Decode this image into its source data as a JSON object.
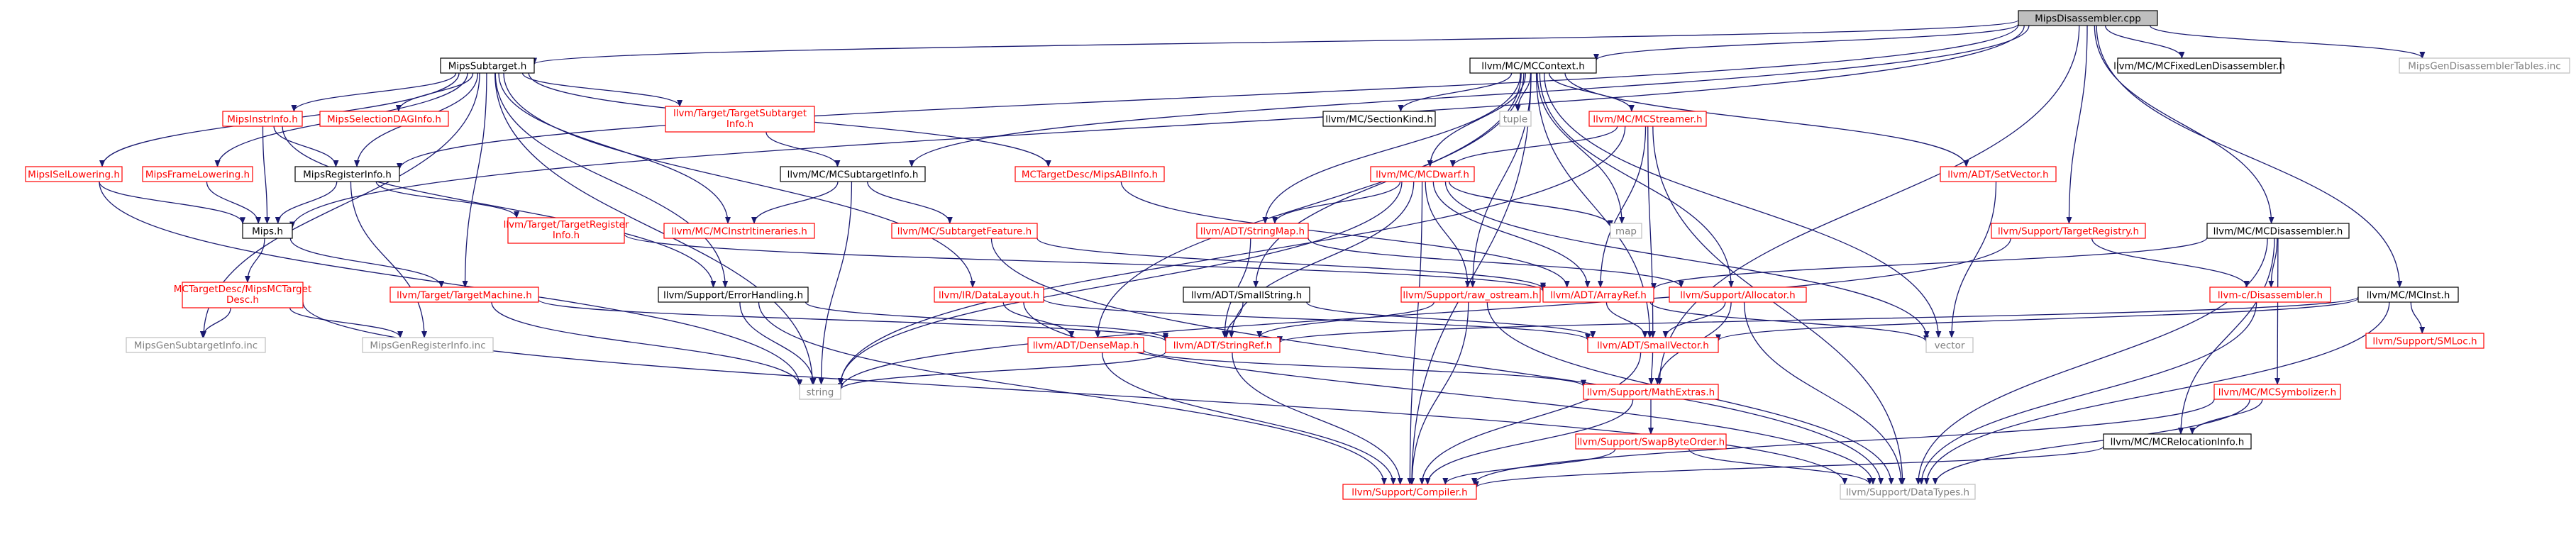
{
  "graph": {
    "colors": {
      "node_border_black": "#000000",
      "node_border_red": "#ff0000",
      "node_border_gray": "#bfbfbf",
      "root_fill": "#bfbfbf",
      "node_fill": "#ffffff",
      "text_default": "#000000",
      "text_missing": "#ff0000",
      "text_external": "#808080",
      "edge_color": "#191970"
    },
    "nodes": [
      {
        "id": "root",
        "label": "MipsDisassembler.cpp",
        "style": "root"
      },
      {
        "id": "subtarget",
        "label": "MipsSubtarget.h",
        "style": "black"
      },
      {
        "id": "mccontext",
        "label": "llvm/MC/MCContext.h",
        "style": "black"
      },
      {
        "id": "mcfixed",
        "label": "llvm/MC/MCFixedLenDisassembler.h",
        "style": "black"
      },
      {
        "id": "gendis",
        "label": "MipsGenDisassemblerTables.inc",
        "style": "gray"
      },
      {
        "id": "instrinfo",
        "label": "MipsInstrInfo.h",
        "style": "red"
      },
      {
        "id": "seldag",
        "label": "MipsSelectionDAGInfo.h",
        "style": "red"
      },
      {
        "id": "tsubinfo",
        "label": "llvm/Target/TargetSubtarget Info.h",
        "style": "red"
      },
      {
        "id": "mcsectionkind",
        "label": "llvm/MC/SectionKind.h",
        "style": "black"
      },
      {
        "id": "tuple",
        "label": "tuple",
        "style": "gray"
      },
      {
        "id": "mcstreamer",
        "label": "llvm/MC/MCStreamer.h",
        "style": "red"
      },
      {
        "id": "setvector",
        "label": "llvm/ADT/SetVector.h",
        "style": "red"
      },
      {
        "id": "seilowering",
        "label": "MipsISelLowering.h",
        "style": "red"
      },
      {
        "id": "framelowering",
        "label": "MipsFrameLowering.h",
        "style": "red"
      },
      {
        "id": "reginfo",
        "label": "MipsRegisterInfo.h",
        "style": "black"
      },
      {
        "id": "mcsubinfo",
        "label": "llvm/MC/MCSubtargetInfo.h",
        "style": "black"
      },
      {
        "id": "mipsabi",
        "label": "MCTargetDesc/MipsABIInfo.h",
        "style": "red"
      },
      {
        "id": "mcdwarf",
        "label": "llvm/MC/MCDwarf.h",
        "style": "red"
      },
      {
        "id": "tregistry",
        "label": "llvm/Support/TargetRegistry.h",
        "style": "red"
      },
      {
        "id": "mcdisasm",
        "label": "llvm/MC/MCDisassembler.h",
        "style": "black"
      },
      {
        "id": "mipsh",
        "label": "Mips.h",
        "style": "black"
      },
      {
        "id": "tregisterinfo",
        "label": "llvm/Target/TargetRegister Info.h",
        "style": "red"
      },
      {
        "id": "mcinstritin",
        "label": "llvm/MC/MCInstrItineraries.h",
        "style": "red"
      },
      {
        "id": "mcsubfeature",
        "label": "llvm/MC/SubtargetFeature.h",
        "style": "red"
      },
      {
        "id": "stringmap",
        "label": "llvm/ADT/StringMap.h",
        "style": "red"
      },
      {
        "id": "map",
        "label": "map",
        "style": "gray"
      },
      {
        "id": "mcinst",
        "label": "llvm/MC/MCInst.h",
        "style": "black"
      },
      {
        "id": "mctargetdesc",
        "label": "MCTargetDesc/MipsMCTarget Desc.h",
        "style": "red"
      },
      {
        "id": "tmachine",
        "label": "llvm/Target/TargetMachine.h",
        "style": "red"
      },
      {
        "id": "errorhandling",
        "label": "llvm/Support/ErrorHandling.h",
        "style": "black"
      },
      {
        "id": "datalayout",
        "label": "llvm/IR/DataLayout.h",
        "style": "red"
      },
      {
        "id": "smallstring",
        "label": "llvm/ADT/SmallString.h",
        "style": "black"
      },
      {
        "id": "rawostream",
        "label": "llvm/Support/raw_ostream.h",
        "style": "red"
      },
      {
        "id": "arrayref",
        "label": "llvm/ADT/ArrayRef.h",
        "style": "red"
      },
      {
        "id": "allocator",
        "label": "llvm/Support/Allocator.h",
        "style": "red"
      },
      {
        "id": "cdisasm",
        "label": "llvm-c/Disassembler.h",
        "style": "red"
      },
      {
        "id": "smloc",
        "label": "llvm/Support/SMLoc.h",
        "style": "red"
      },
      {
        "id": "gensubinfo",
        "label": "MipsGenSubtargetInfo.inc",
        "style": "gray"
      },
      {
        "id": "genreginfo",
        "label": "MipsGenRegisterInfo.inc",
        "style": "gray"
      },
      {
        "id": "densemap",
        "label": "llvm/ADT/DenseMap.h",
        "style": "red"
      },
      {
        "id": "stringref",
        "label": "llvm/ADT/StringRef.h",
        "style": "red"
      },
      {
        "id": "smallvector",
        "label": "llvm/ADT/SmallVector.h",
        "style": "red"
      },
      {
        "id": "vector",
        "label": "vector",
        "style": "gray"
      },
      {
        "id": "string",
        "label": "string",
        "style": "gray"
      },
      {
        "id": "mathextras",
        "label": "llvm/Support/MathExtras.h",
        "style": "red"
      },
      {
        "id": "mcsymbolizer",
        "label": "llvm/MC/MCSymbolizer.h",
        "style": "red"
      },
      {
        "id": "swapbyte",
        "label": "llvm/Support/SwapByteOrder.h",
        "style": "red"
      },
      {
        "id": "mcreloc",
        "label": "llvm/MC/MCRelocationInfo.h",
        "style": "black"
      },
      {
        "id": "compiler",
        "label": "llvm/Support/Compiler.h",
        "style": "red"
      },
      {
        "id": "datatypes",
        "label": "llvm/Support/DataTypes.h",
        "style": "gray"
      }
    ],
    "edges": [
      [
        "root",
        "subtarget"
      ],
      [
        "root",
        "mccontext"
      ],
      [
        "root",
        "mcfixed"
      ],
      [
        "root",
        "gendis"
      ],
      [
        "root",
        "tregistry"
      ],
      [
        "root",
        "mcdisasm"
      ],
      [
        "root",
        "mcinst"
      ],
      [
        "root",
        "mipsh"
      ],
      [
        "root",
        "mcsubinfo"
      ],
      [
        "root",
        "mathextras"
      ],
      [
        "root",
        "reginfo"
      ],
      [
        "subtarget",
        "instrinfo"
      ],
      [
        "subtarget",
        "seldag"
      ],
      [
        "subtarget",
        "tsubinfo"
      ],
      [
        "subtarget",
        "mipsabi"
      ],
      [
        "subtarget",
        "seilowering"
      ],
      [
        "subtarget",
        "framelowering"
      ],
      [
        "subtarget",
        "reginfo"
      ],
      [
        "subtarget",
        "mcinstritin"
      ],
      [
        "subtarget",
        "datalayout"
      ],
      [
        "subtarget",
        "errorhandling"
      ],
      [
        "subtarget",
        "string"
      ],
      [
        "subtarget",
        "gensubinfo"
      ],
      [
        "subtarget",
        "tmachine"
      ],
      [
        "mccontext",
        "mcsectionkind"
      ],
      [
        "mccontext",
        "tuple"
      ],
      [
        "mccontext",
        "mcstreamer"
      ],
      [
        "mccontext",
        "setvector"
      ],
      [
        "mccontext",
        "mcdwarf"
      ],
      [
        "mccontext",
        "map"
      ],
      [
        "mccontext",
        "smallstring"
      ],
      [
        "mccontext",
        "rawostream"
      ],
      [
        "mccontext",
        "densemap"
      ],
      [
        "mccontext",
        "stringmap"
      ],
      [
        "mccontext",
        "vector"
      ],
      [
        "mccontext",
        "allocator"
      ],
      [
        "mccontext",
        "smallvector"
      ],
      [
        "mccontext",
        "compiler"
      ],
      [
        "instrinfo",
        "reginfo"
      ],
      [
        "instrinfo",
        "mipsh"
      ],
      [
        "instrinfo",
        "errorhandling"
      ],
      [
        "tsubinfo",
        "mcsubinfo"
      ],
      [
        "mcstreamer",
        "mcdwarf"
      ],
      [
        "mcstreamer",
        "arrayref"
      ],
      [
        "mcstreamer",
        "smallvector"
      ],
      [
        "mcstreamer",
        "string"
      ],
      [
        "mcstreamer",
        "datatypes"
      ],
      [
        "setvector",
        "vector"
      ],
      [
        "seilowering",
        "mipsh"
      ],
      [
        "seilowering",
        "string"
      ],
      [
        "framelowering",
        "mipsh"
      ],
      [
        "reginfo",
        "mipsh"
      ],
      [
        "reginfo",
        "tregisterinfo"
      ],
      [
        "reginfo",
        "genreginfo"
      ],
      [
        "mcsubinfo",
        "mcinstritin"
      ],
      [
        "mcsubinfo",
        "mcsubfeature"
      ],
      [
        "mcsubinfo",
        "string"
      ],
      [
        "mipsabi",
        "arrayref"
      ],
      [
        "mcdwarf",
        "stringmap"
      ],
      [
        "mcdwarf",
        "map"
      ],
      [
        "mcdwarf",
        "arrayref"
      ],
      [
        "mcdwarf",
        "stringref"
      ],
      [
        "mcdwarf",
        "rawostream"
      ],
      [
        "mcdwarf",
        "vector"
      ],
      [
        "mcdwarf",
        "string"
      ],
      [
        "mcdwarf",
        "compiler"
      ],
      [
        "tregistry",
        "cdisasm"
      ],
      [
        "tregistry",
        "string"
      ],
      [
        "mcdisasm",
        "arrayref"
      ],
      [
        "mcdisasm",
        "cdisasm"
      ],
      [
        "mcdisasm",
        "mcsymbolizer"
      ],
      [
        "mcdisasm",
        "mcreloc"
      ],
      [
        "mcdisasm",
        "datatypes"
      ],
      [
        "mipsh",
        "mctargetdesc"
      ],
      [
        "mipsh",
        "tmachine"
      ],
      [
        "tregisterinfo",
        "arrayref"
      ],
      [
        "mcsubfeature",
        "arrayref"
      ],
      [
        "mcsubfeature",
        "datatypes"
      ],
      [
        "stringmap",
        "stringref"
      ],
      [
        "stringmap",
        "allocator"
      ],
      [
        "mcinst",
        "stringref"
      ],
      [
        "mcinst",
        "smallvector"
      ],
      [
        "mcinst",
        "smloc"
      ],
      [
        "mcinst",
        "datatypes"
      ],
      [
        "mctargetdesc",
        "gensubinfo"
      ],
      [
        "mctargetdesc",
        "genreginfo"
      ],
      [
        "mctargetdesc",
        "datatypes"
      ],
      [
        "tmachine",
        "stringref"
      ],
      [
        "tmachine",
        "string"
      ],
      [
        "errorhandling",
        "stringref"
      ],
      [
        "errorhandling",
        "string"
      ],
      [
        "errorhandling",
        "compiler"
      ],
      [
        "datalayout",
        "densemap"
      ],
      [
        "datalayout",
        "smallvector"
      ],
      [
        "datalayout",
        "datatypes"
      ],
      [
        "smallstring",
        "stringref"
      ],
      [
        "smallstring",
        "smallvector"
      ],
      [
        "rawostream",
        "stringref"
      ],
      [
        "rawostream",
        "compiler"
      ],
      [
        "rawostream",
        "datatypes"
      ],
      [
        "arrayref",
        "smallvector"
      ],
      [
        "arrayref",
        "vector"
      ],
      [
        "allocator",
        "smallvector"
      ],
      [
        "allocator",
        "mathextras"
      ],
      [
        "allocator",
        "datatypes"
      ],
      [
        "cdisasm",
        "datatypes"
      ],
      [
        "densemap",
        "mathextras"
      ],
      [
        "densemap",
        "compiler"
      ],
      [
        "stringref",
        "string"
      ],
      [
        "stringref",
        "compiler"
      ],
      [
        "smallvector",
        "mathextras"
      ],
      [
        "smallvector",
        "compiler"
      ],
      [
        "mathextras",
        "swapbyte"
      ],
      [
        "mathextras",
        "compiler"
      ],
      [
        "mcsymbolizer",
        "mcreloc"
      ],
      [
        "mcsymbolizer",
        "compiler"
      ],
      [
        "mcsymbolizer",
        "datatypes"
      ],
      [
        "swapbyte",
        "compiler"
      ],
      [
        "swapbyte",
        "datatypes"
      ],
      [
        "mcreloc",
        "compiler"
      ]
    ]
  }
}
